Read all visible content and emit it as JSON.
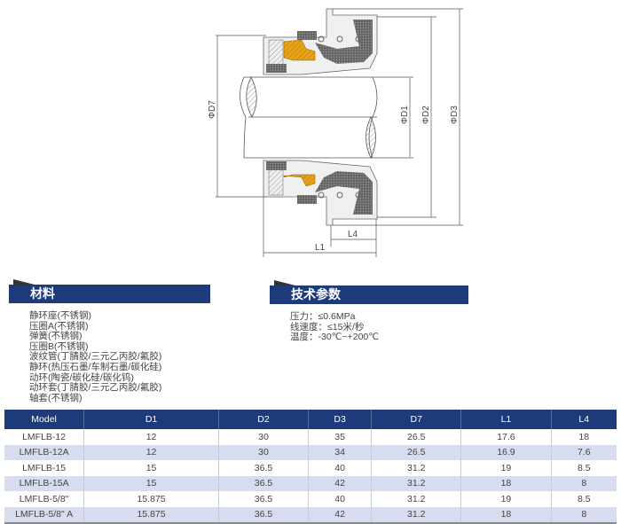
{
  "drawing": {
    "labels": {
      "d7": "ΦD7",
      "d1": "ΦD1",
      "d2": "ΦD2",
      "d3": "ΦD3",
      "l1": "L1",
      "l4": "L4"
    }
  },
  "materials": {
    "title": "材料",
    "items": [
      "静环座(不锈钢)",
      "压圈A(不锈钢)",
      "弹簧(不锈钢)",
      "压圈B(不锈钢)",
      "波纹管(丁腈胶/三元乙丙胶/氟胶)",
      "静环(热压石墨/车制石墨/碳化硅)",
      "动环(陶瓷/碳化硅/碳化钨)",
      "动环套(丁腈胶/三元乙丙胶/氟胶)",
      "轴套(不锈钢)"
    ]
  },
  "tech": {
    "title": "技术参数",
    "items": [
      "压力：≤0.6MPa",
      "线速度：≤15米/秒",
      "温度：-30℃~+200℃"
    ]
  },
  "table": {
    "headers": [
      "Model",
      "D1",
      "D2",
      "D3",
      "D7",
      "L1",
      "L4"
    ],
    "rows": [
      [
        "LMFLB-12",
        "12",
        "30",
        "35",
        "26.5",
        "17.6",
        "18"
      ],
      [
        "LMFLB-12A",
        "12",
        "30",
        "34",
        "26.5",
        "16.9",
        "7.6"
      ],
      [
        "LMFLB-15",
        "15",
        "36.5",
        "40",
        "31.2",
        "19",
        "8.5"
      ],
      [
        "LMFLB-15A",
        "15",
        "36.5",
        "42",
        "31.2",
        "18",
        "8"
      ],
      [
        "LMFLB-5/8\"",
        "15.875",
        "36.5",
        "40",
        "31.2",
        "19",
        "8.5"
      ],
      [
        "LMFLB-5/8\" A",
        "15.875",
        "36.5",
        "42",
        "31.2",
        "18",
        "8"
      ]
    ]
  },
  "colors": {
    "header": "#1d3a7a",
    "row_alt": "#d8dcef",
    "face": "#e8a317"
  }
}
